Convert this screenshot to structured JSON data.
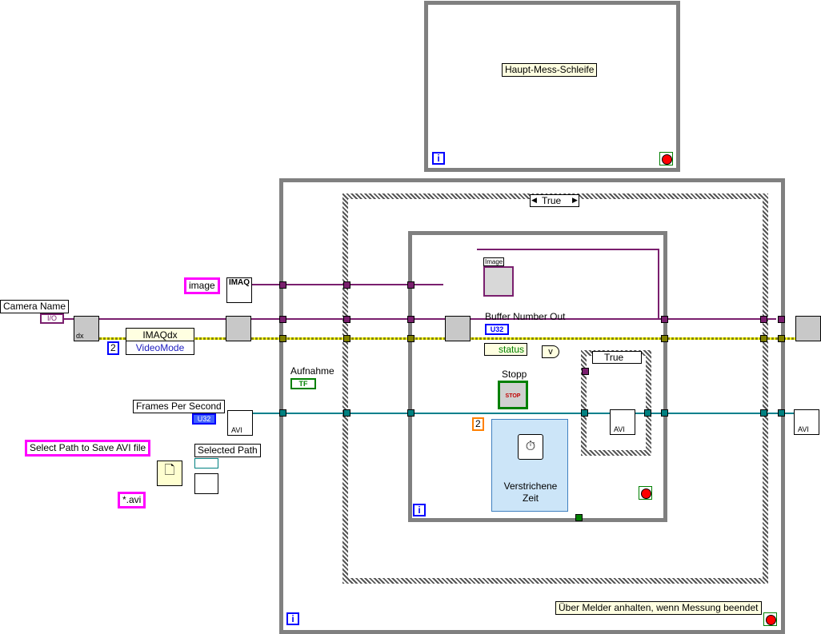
{
  "top_loop": {
    "label": "Haupt-Mess-Schleife",
    "iteration_icon": "i",
    "stop_icon": "stop-terminal"
  },
  "outer_loop": {
    "note": "Über Melder anhalten, wenn Messung beendet",
    "iteration_icon": "i"
  },
  "case_structure_outer": {
    "selector": "True"
  },
  "inner_loop": {
    "iteration_icon": "i"
  },
  "case_structure_inner": {
    "selector": "True"
  },
  "controls": {
    "camera_name": {
      "label": "Camera Name",
      "type": "I/O"
    },
    "image_constant": "image",
    "imaq_node": "IMAQ",
    "imaqdx_property": {
      "title": "IMAQdx",
      "property": "VideoMode",
      "constant": "2"
    },
    "frames_per_second": {
      "label": "Frames Per Second",
      "type": "U32"
    },
    "select_path_prompt": "Select Path to Save AVI file",
    "file_pattern": "*.avi",
    "selected_path": "Selected Path",
    "aufnahme": {
      "label": "Aufnahme",
      "type": "TF"
    },
    "image_indicator": "Image",
    "buffer_number_out": {
      "label": "Buffer Number Out",
      "type": "U32"
    },
    "status": "status",
    "or_gate": "v",
    "stopp": {
      "label": "Stopp",
      "button": "STOP",
      "type": "TF"
    },
    "elapsed_time": {
      "label": "Verstrichene Zeit",
      "constant": "2"
    },
    "avi_label": "AVI",
    "dx_label": "dx"
  }
}
